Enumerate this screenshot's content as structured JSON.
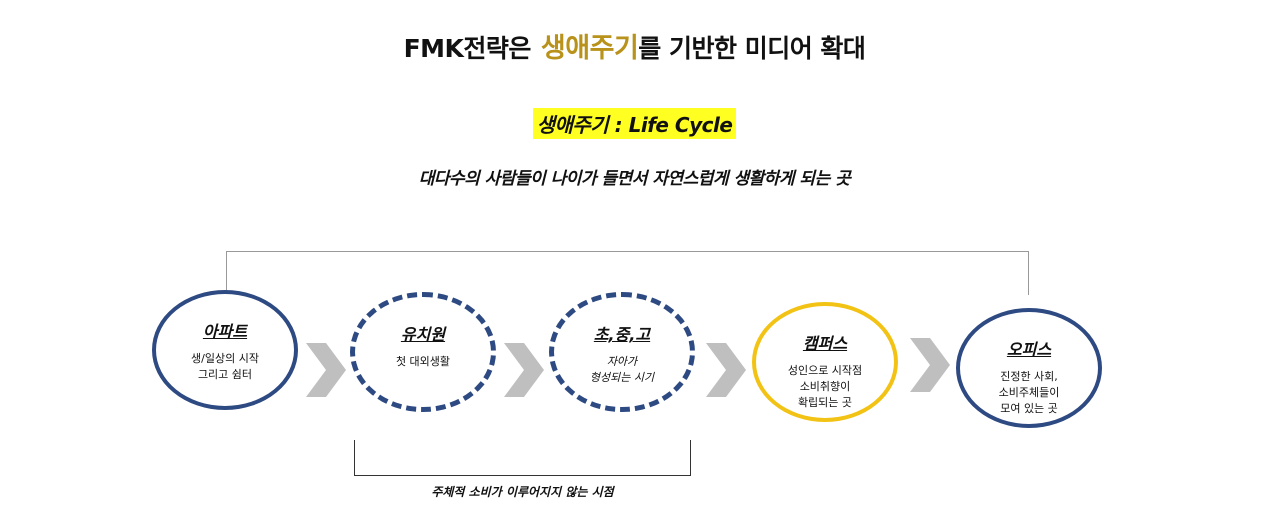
{
  "header": {
    "title_prefix": "FMK전략은",
    "title_accent": "생애주기",
    "title_suffix": "를 기반한 미디어 확대",
    "accent_color": "#b8921a"
  },
  "subtitle": {
    "text": "생애주기 : Life Cycle",
    "highlight_color": "#ffff22"
  },
  "description": "대다수의 사람들이 나이가 들면서 자연스럽게  생활하게 되는 곳",
  "stages": [
    {
      "name": "아파트",
      "desc": "생/일상의 시작\n그리고 쉼터",
      "border": "solid",
      "color": "#2e4a82"
    },
    {
      "name": "유치원",
      "desc": "첫 대외생활",
      "border": "dashed",
      "color": "#2e4a82"
    },
    {
      "name": "초,중,고",
      "desc": "자아가\n형성되는 시기",
      "border": "dashed",
      "color": "#2e4a82"
    },
    {
      "name": "캠퍼스",
      "desc": "성인으로 시작점\n소비취향이\n확립되는 곳",
      "border": "solid",
      "color": "#f2c315"
    },
    {
      "name": "오피스",
      "desc": "진정한 사회,\n소비주체들이\n모여 있는 곳",
      "border": "solid",
      "color": "#2e4a82"
    }
  ],
  "bracket_label": "주체적 소비가 이루어지지 않는 시점",
  "arrow_color": "#bfbfbf",
  "icons": [
    "chevron-right-icon"
  ]
}
